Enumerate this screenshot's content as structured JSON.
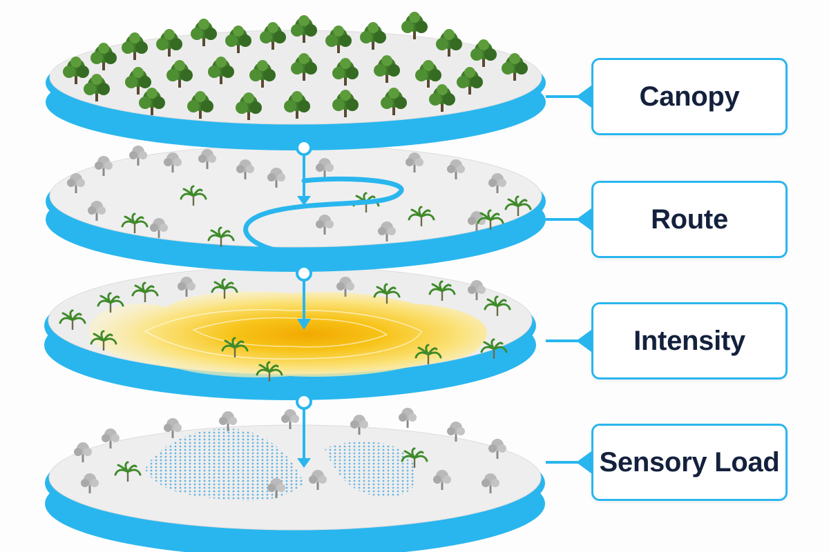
{
  "layers": [
    {
      "id": "canopy",
      "label": "Canopy"
    },
    {
      "id": "route",
      "label": "Route"
    },
    {
      "id": "intensity",
      "label": "Intensity"
    },
    {
      "id": "sensory-load",
      "label": "Sensory Load"
    }
  ],
  "colors": {
    "accent": "#29b6ee",
    "label_text": "#14213d",
    "canopy_green": "#3f7a2a",
    "intensity_yellow": "#f5b800",
    "sensory_blue": "#5bb5e6"
  },
  "icons": [
    "tree-icon",
    "palm-icon",
    "arrow-down-icon",
    "connector-node-icon"
  ]
}
